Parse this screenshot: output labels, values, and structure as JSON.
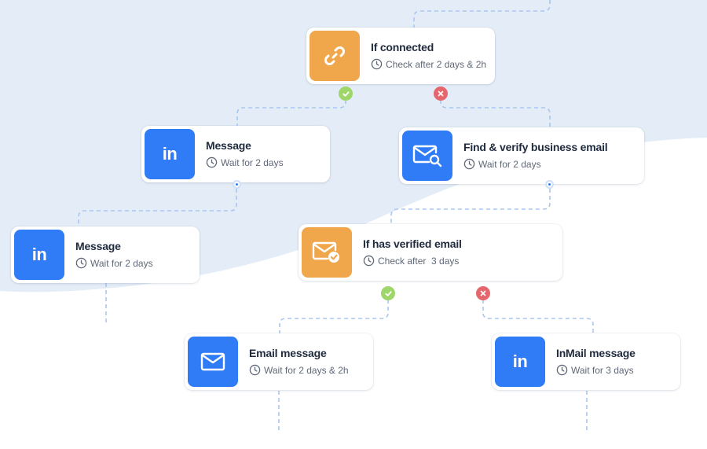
{
  "colors": {
    "background_band": "#e4edf7",
    "linkedin_blue": "#2f7cf6",
    "condition_orange": "#f0a64a",
    "connector": "#a9c6f2",
    "yes_green": "#9fd66a",
    "no_red": "#e5676d"
  },
  "nodes": {
    "if_connected": {
      "title": "If connected",
      "subtitle": "Check after 2 days & 2h",
      "icon": "link-icon"
    },
    "message_1": {
      "title": "Message",
      "subtitle": "Wait for 2 days",
      "icon": "linkedin-icon"
    },
    "find_verify": {
      "title": "Find & verify business email",
      "subtitle": "Wait for 2 days",
      "icon": "email-search-icon"
    },
    "message_2": {
      "title": "Message",
      "subtitle": "Wait for 2 days",
      "icon": "linkedin-icon"
    },
    "if_verified": {
      "title": "If has verified email",
      "subtitle": "Check after  3 days",
      "icon": "email-verified-icon"
    },
    "email_message": {
      "title": "Email message",
      "subtitle": "Wait for 2 days & 2h",
      "icon": "envelope-icon"
    },
    "inmail_message": {
      "title": "InMail message",
      "subtitle": "Wait for 3 days",
      "icon": "linkedin-icon"
    }
  },
  "linkedin_text": "in"
}
